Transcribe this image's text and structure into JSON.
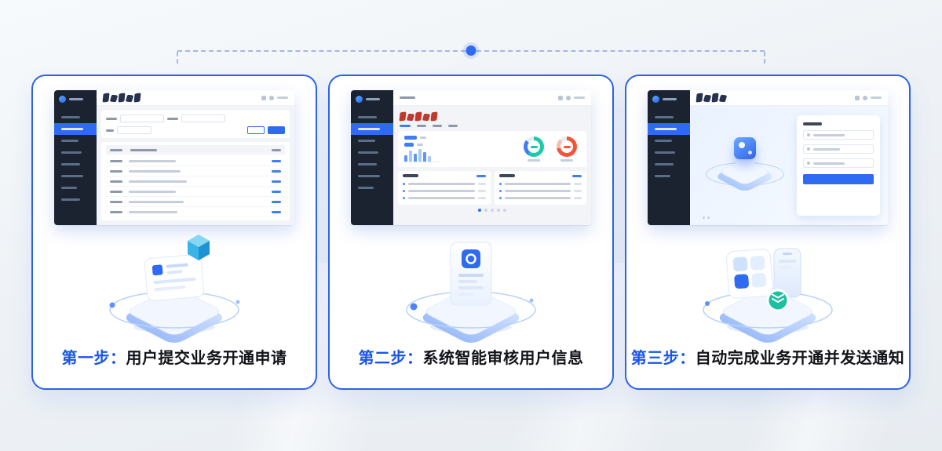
{
  "steps": [
    {
      "prefix": "第一步：",
      "text": "用户提交业务开通申请"
    },
    {
      "prefix": "第二步：",
      "text": "系统智能审核用户信息"
    },
    {
      "prefix": "第三步：",
      "text": "自动完成业务开通并发送通知"
    }
  ],
  "colors": {
    "accent_blue": "#1a55e8",
    "card_border": "#2e63e8",
    "connector_dash": "#9fb9e9",
    "connector_dot": "#2f6bf0",
    "sidebar_dark": "#1b2330",
    "success_teal": "#1ec9a8",
    "alert_red": "#f2563a",
    "background": "#eef2f6"
  },
  "icons": {
    "connector_dot": "filled-circle",
    "logo": "blue-circle-logo",
    "donut_left": "green-blue-ring-chart",
    "donut_right": "red-ring-chart",
    "cube": "blue-3d-cube",
    "badge": "teal-layers-badge"
  }
}
